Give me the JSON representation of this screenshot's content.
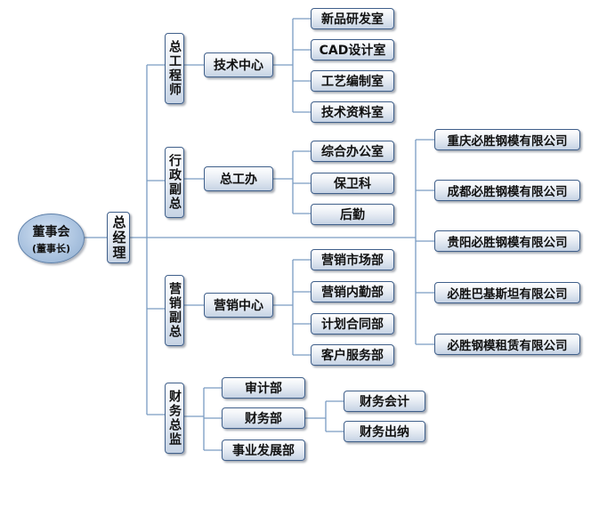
{
  "colors": {
    "line": "#7a9cc2",
    "border": "#3f5f8a",
    "oval": "#a9c2df"
  },
  "chairman": {
    "title": "董事会",
    "subtitle": "(董事长)"
  },
  "gm": "总经理",
  "divisions": {
    "chief_engineer": {
      "title": "总工程师",
      "unit": "技术中心",
      "depts": [
        "新品研发室",
        "CAD设计室",
        "工艺编制室",
        "技术资料室"
      ]
    },
    "admin": {
      "title": "行政副总",
      "unit": "总工办",
      "depts": [
        "综合办公室",
        "保卫科",
        "后勤"
      ]
    },
    "sales": {
      "title": "营销副总",
      "unit": "营销中心",
      "depts": [
        "营销市场部",
        "营销内勤部",
        "计划合同部",
        "客户服务部"
      ]
    },
    "finance": {
      "title": "财务总监",
      "depts": [
        "审计部",
        "财务部",
        "事业发展部"
      ],
      "sub": [
        "财务会计",
        "财务出纳"
      ]
    }
  },
  "companies": [
    "重庆必胜钢模有限公司",
    "成都必胜钢模有限公司",
    "贵阳必胜钢模有限公司",
    "必胜巴基斯坦有限公司",
    "必胜钢模租赁有限公司"
  ]
}
